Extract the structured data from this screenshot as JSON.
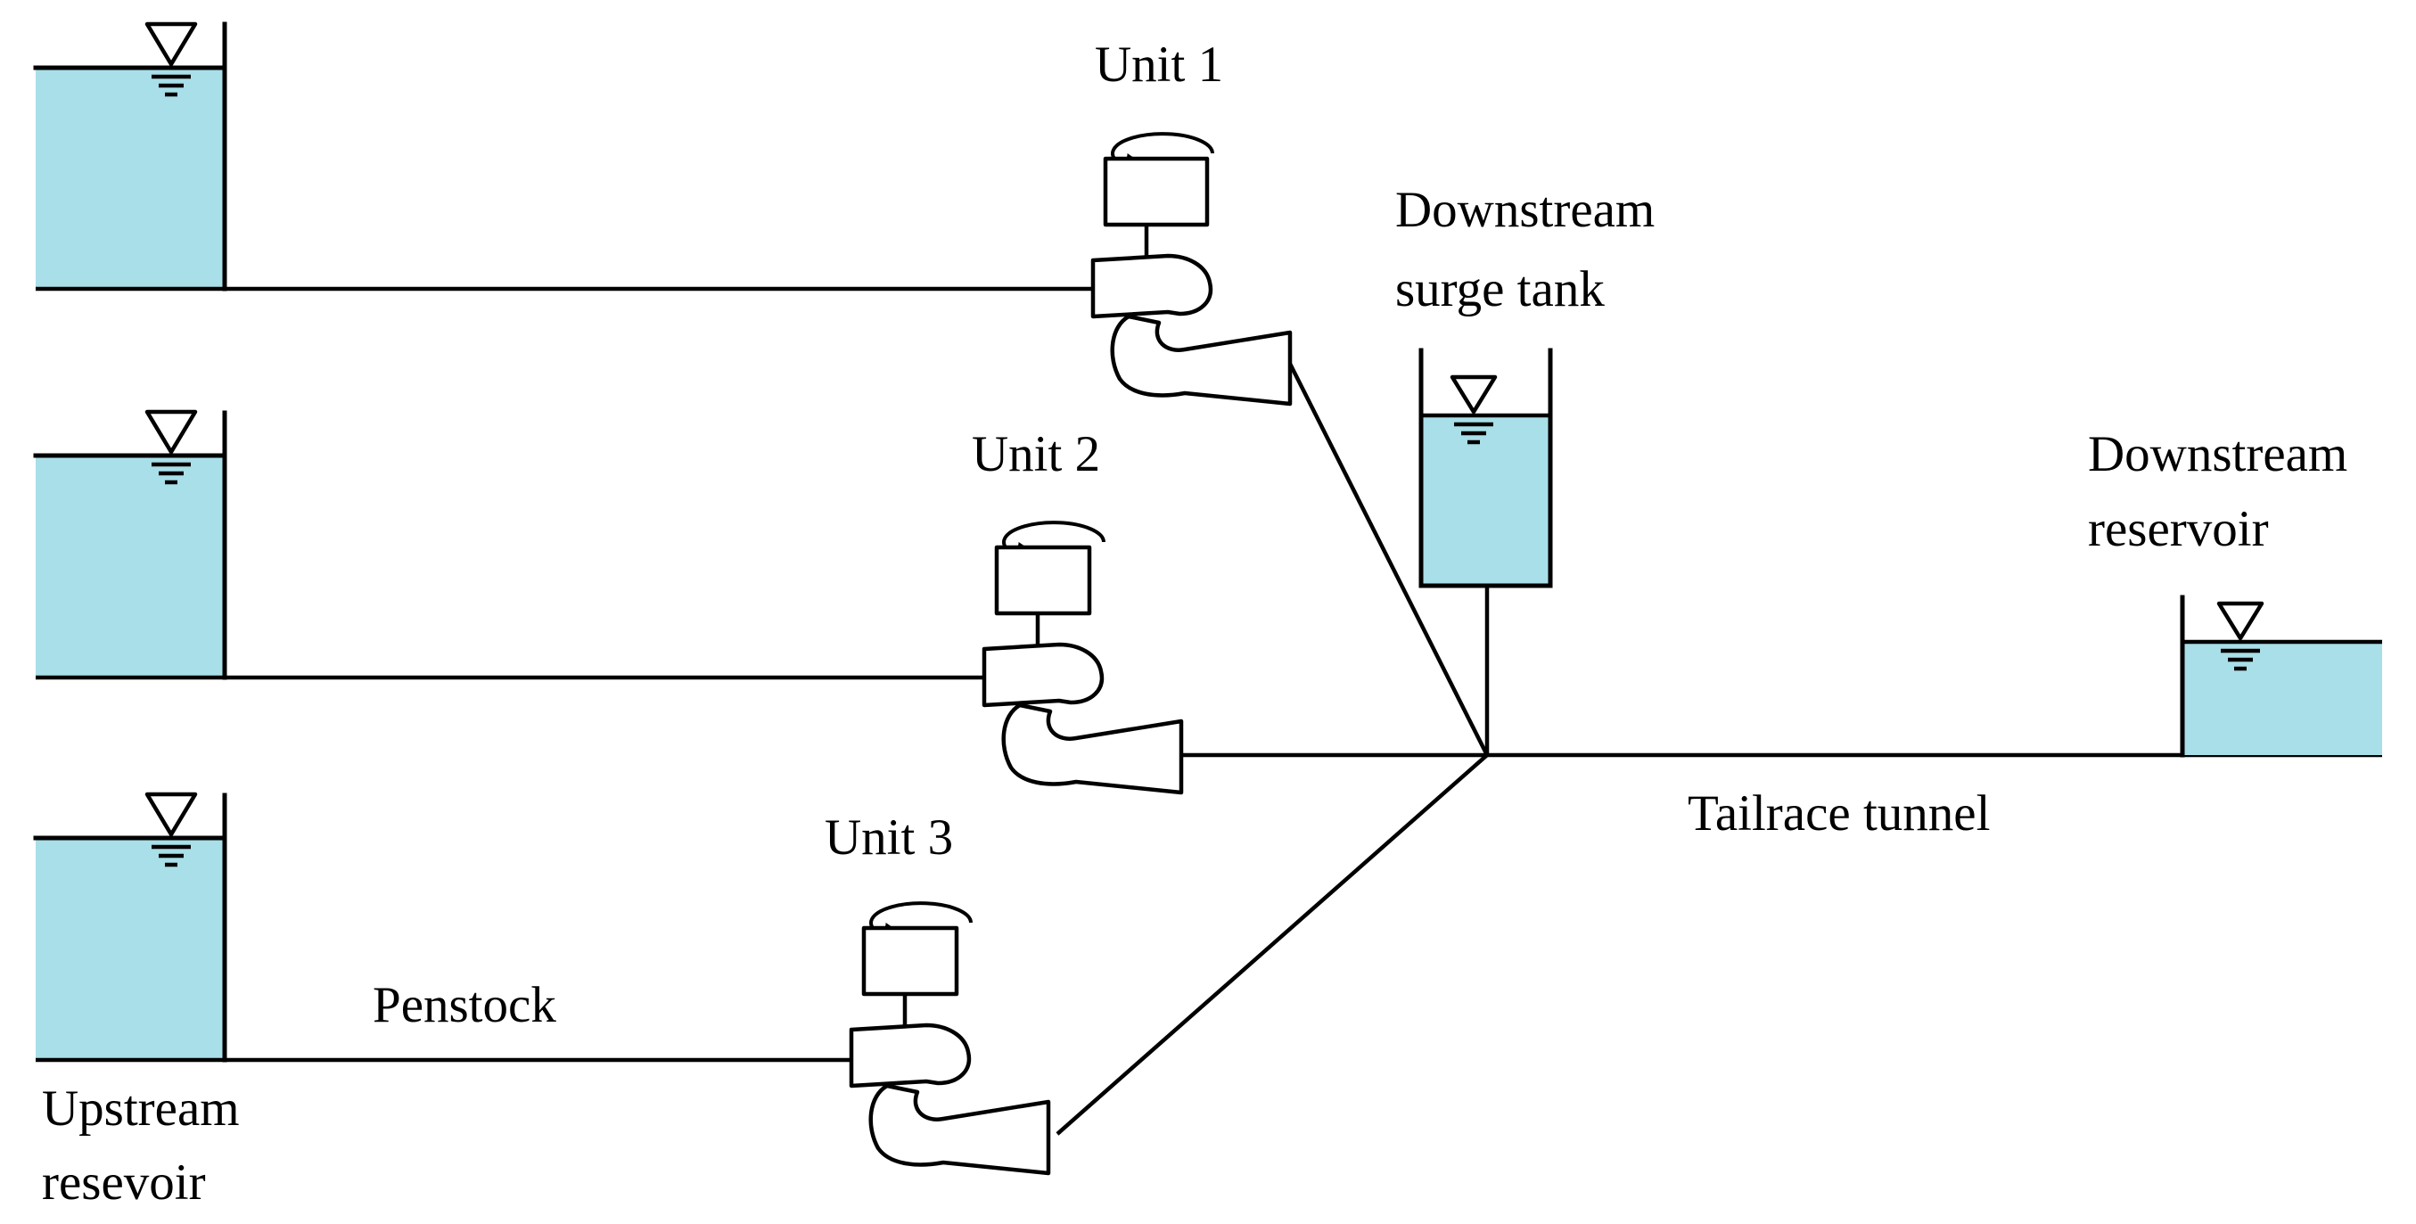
{
  "colors": {
    "water": "#a8dfe8",
    "line": "#000000",
    "background": "#ffffff"
  },
  "icons": {
    "water_level": "inverted-triangle-water-level-icon",
    "rotation": "rotation-arrow-icon",
    "turbine": "francis-turbine-icon",
    "generator": "generator-box-icon"
  },
  "labels": {
    "unit1": "Unit 1",
    "unit2": "Unit 2",
    "unit3": "Unit 3",
    "downstream_surge_tank_line1": "Downstream",
    "downstream_surge_tank_line2": "surge tank",
    "downstream_reservoir_line1": "Downstream",
    "downstream_reservoir_line2": "reservoir",
    "tailrace_tunnel": "Tailrace tunnel",
    "penstock": "Penstock",
    "upstream_reservoir_line1": "Upstream",
    "upstream_reservoir_line2": "resevoir"
  }
}
